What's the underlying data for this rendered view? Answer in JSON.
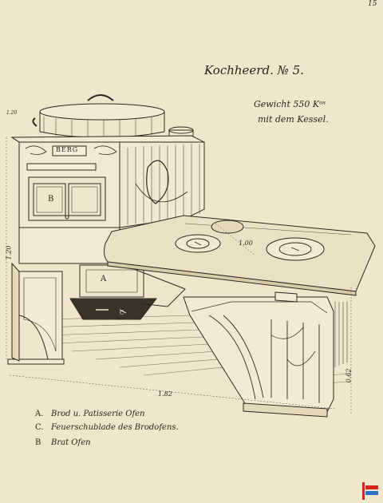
{
  "plate_number": "15",
  "title": "Kochheerd.  № 5.",
  "weight_line1": "Gewicht 550 Kᵒˢ",
  "weight_line2": "mit dem Kessel.",
  "stove_brand": "BERG",
  "dimensions": {
    "height": "1.20",
    "length": "1.82",
    "depth": "0.62",
    "top": "1.00",
    "corner": "1.20"
  },
  "part_labels": {
    "oven": "B",
    "ash_drawer": "A",
    "drawer_small": "C"
  },
  "legend": [
    {
      "key": "A.",
      "text": "Brod u. Patisserie Ofen"
    },
    {
      "key": "C.",
      "text": "Feuerschublade des Brodofens."
    },
    {
      "key": "B",
      "text": "Brat Ofen"
    }
  ]
}
